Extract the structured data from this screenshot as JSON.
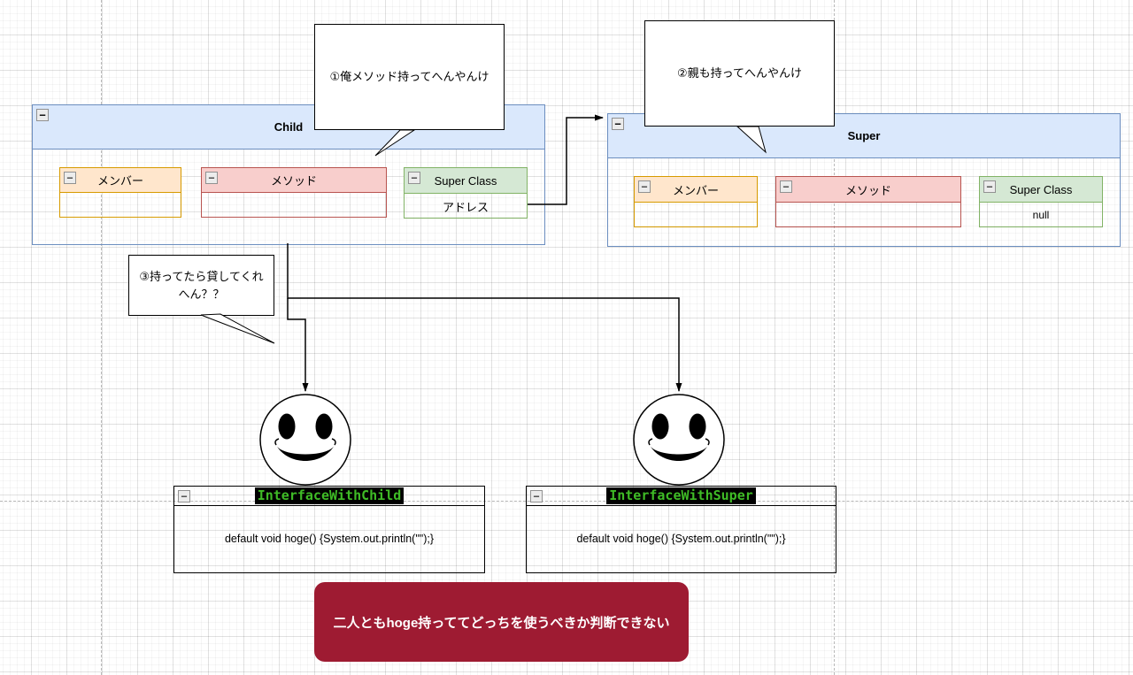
{
  "bubbles": [
    {
      "text": "①俺メソッド持ってへんやんけ"
    },
    {
      "text": "②親も持ってへんやんけ"
    },
    {
      "text": "③持ってたら貸してくれへん？？"
    }
  ],
  "classes": [
    {
      "name": "Child",
      "sections": [
        {
          "label": "メンバー",
          "value": ""
        },
        {
          "label": "メソッド",
          "value": ""
        },
        {
          "label": "Super Class",
          "value": "アドレス"
        }
      ]
    },
    {
      "name": "Super",
      "sections": [
        {
          "label": "メンバー",
          "value": ""
        },
        {
          "label": "メソッド",
          "value": ""
        },
        {
          "label": "Super Class",
          "value": "null"
        }
      ]
    }
  ],
  "interfaces": [
    {
      "title": "InterfaceWithChild",
      "body": "default void hoge() {System.out.println(\"\");}"
    },
    {
      "title": "InterfaceWithSuper",
      "body": "default void hoge() {System.out.println(\"\");}"
    }
  ],
  "note": {
    "text": "二人ともhoge持っててどっちを使うべきか判断できない"
  },
  "icons": {
    "collapse": "−",
    "smiley": "smiley-face"
  },
  "colors": {
    "class_header_fill": "#dae8fc",
    "class_border": "#6c8ebf",
    "member_fill": "#ffe6cc",
    "member_border": "#d79b00",
    "method_fill": "#f8cecc",
    "method_border": "#b85450",
    "superclass_fill": "#d5e8d4",
    "superclass_border": "#82b366",
    "note_fill": "#9e1b32",
    "note_text": "#ffffff",
    "code_text": "#3fbc26",
    "code_bg": "#000000"
  }
}
